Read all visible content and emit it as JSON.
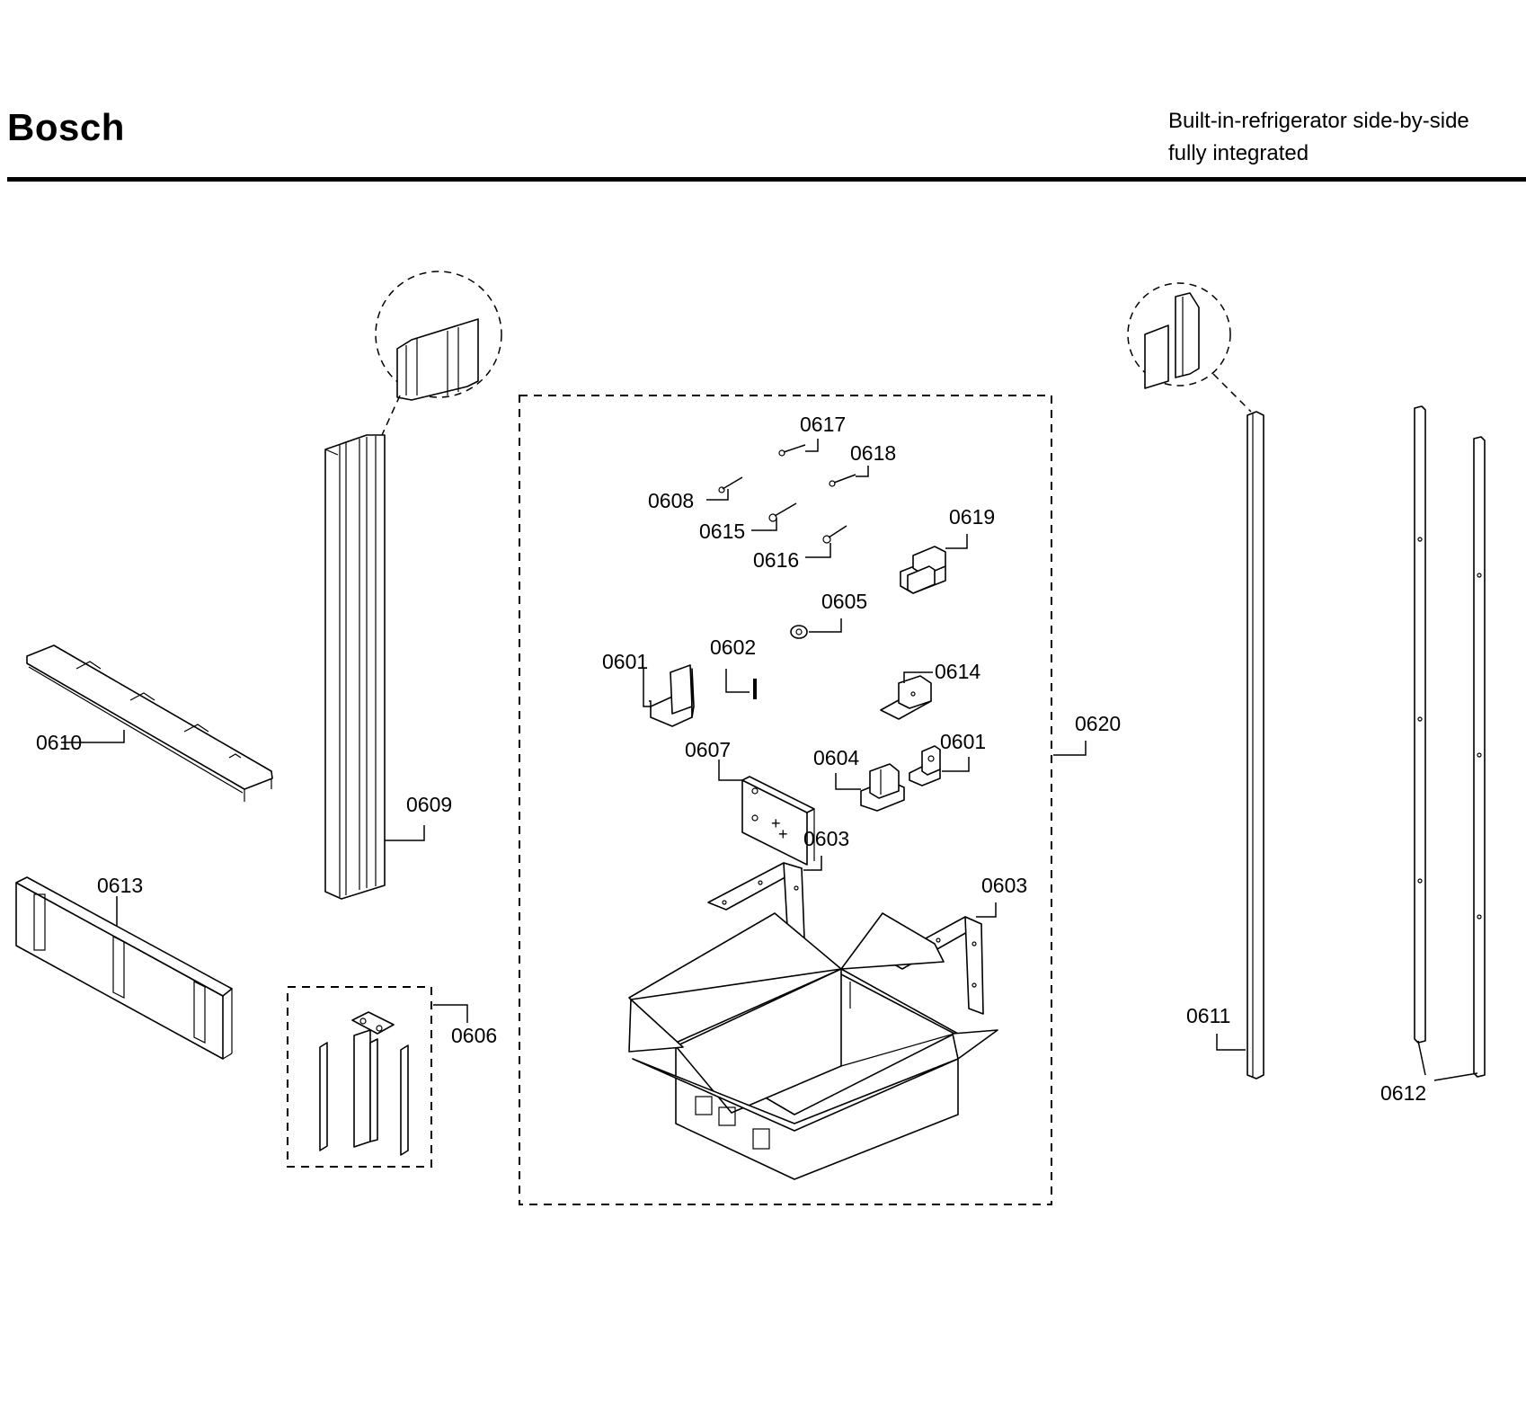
{
  "header": {
    "brand": "Bosch",
    "subtitle_line1": "Built-in-refrigerator side-by-side",
    "subtitle_line2": "fully integrated"
  },
  "parts": {
    "p0601a": "0601",
    "p0601b": "0601",
    "p0602": "0602",
    "p0603a": "0603",
    "p0603b": "0603",
    "p0604": "0604",
    "p0605": "0605",
    "p0606": "0606",
    "p0607": "0607",
    "p0608": "0608",
    "p0609": "0609",
    "p0610": "0610",
    "p0611": "0611",
    "p0612": "0612",
    "p0613": "0613",
    "p0614": "0614",
    "p0615": "0615",
    "p0616": "0616",
    "p0617": "0617",
    "p0618": "0618",
    "p0619": "0619",
    "p0620": "0620"
  }
}
